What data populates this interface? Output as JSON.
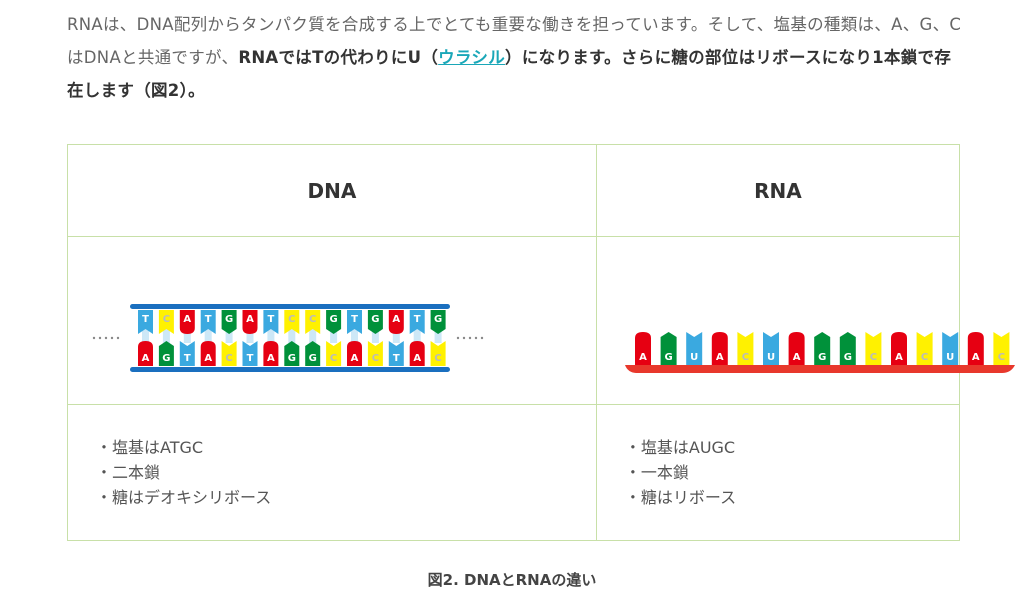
{
  "paragraph": {
    "part1": "RNAは、DNA配列からタンパク質を合成する上でとても重要な働きを担っています。そして、塩基の種類は、A、G、CはDNAと共通ですが、",
    "bold1": "RNAではTの代わりにU（",
    "link": "ウラシル",
    "bold2": "）になります。さらに糖の部位はリボースになり1本鎖で存在します（図2）。"
  },
  "table": {
    "dna": {
      "header": "DNA",
      "top_strand": [
        "T",
        "C",
        "A",
        "T",
        "G",
        "A",
        "T",
        "C",
        "C",
        "G",
        "T",
        "G",
        "A",
        "T",
        "G"
      ],
      "bottom_strand": [
        "A",
        "G",
        "T",
        "A",
        "C",
        "T",
        "A",
        "G",
        "G",
        "C",
        "A",
        "C",
        "T",
        "A",
        "C"
      ],
      "items": [
        "・塩基はATGC",
        "・二本鎖",
        "・糖はデオキシリボース"
      ]
    },
    "rna": {
      "header": "RNA",
      "strand": [
        "A",
        "G",
        "U",
        "A",
        "C",
        "U",
        "A",
        "G",
        "G",
        "C",
        "A",
        "C",
        "U",
        "A",
        "C"
      ],
      "items": [
        "・塩基はAUGC",
        "・一本鎖",
        "・糖はリボース"
      ]
    }
  },
  "caption": "図2. DNAとRNAの違い",
  "colors": {
    "A": "#e60012",
    "G": "#00913a",
    "T": "#3aa9e0",
    "U": "#3aa9e0",
    "C": "#fff100",
    "dna_backbone": "#1a6fbf",
    "rna_backbone": "#e8382c",
    "border": "#c8e0a8",
    "link": "#1aa7b8"
  }
}
